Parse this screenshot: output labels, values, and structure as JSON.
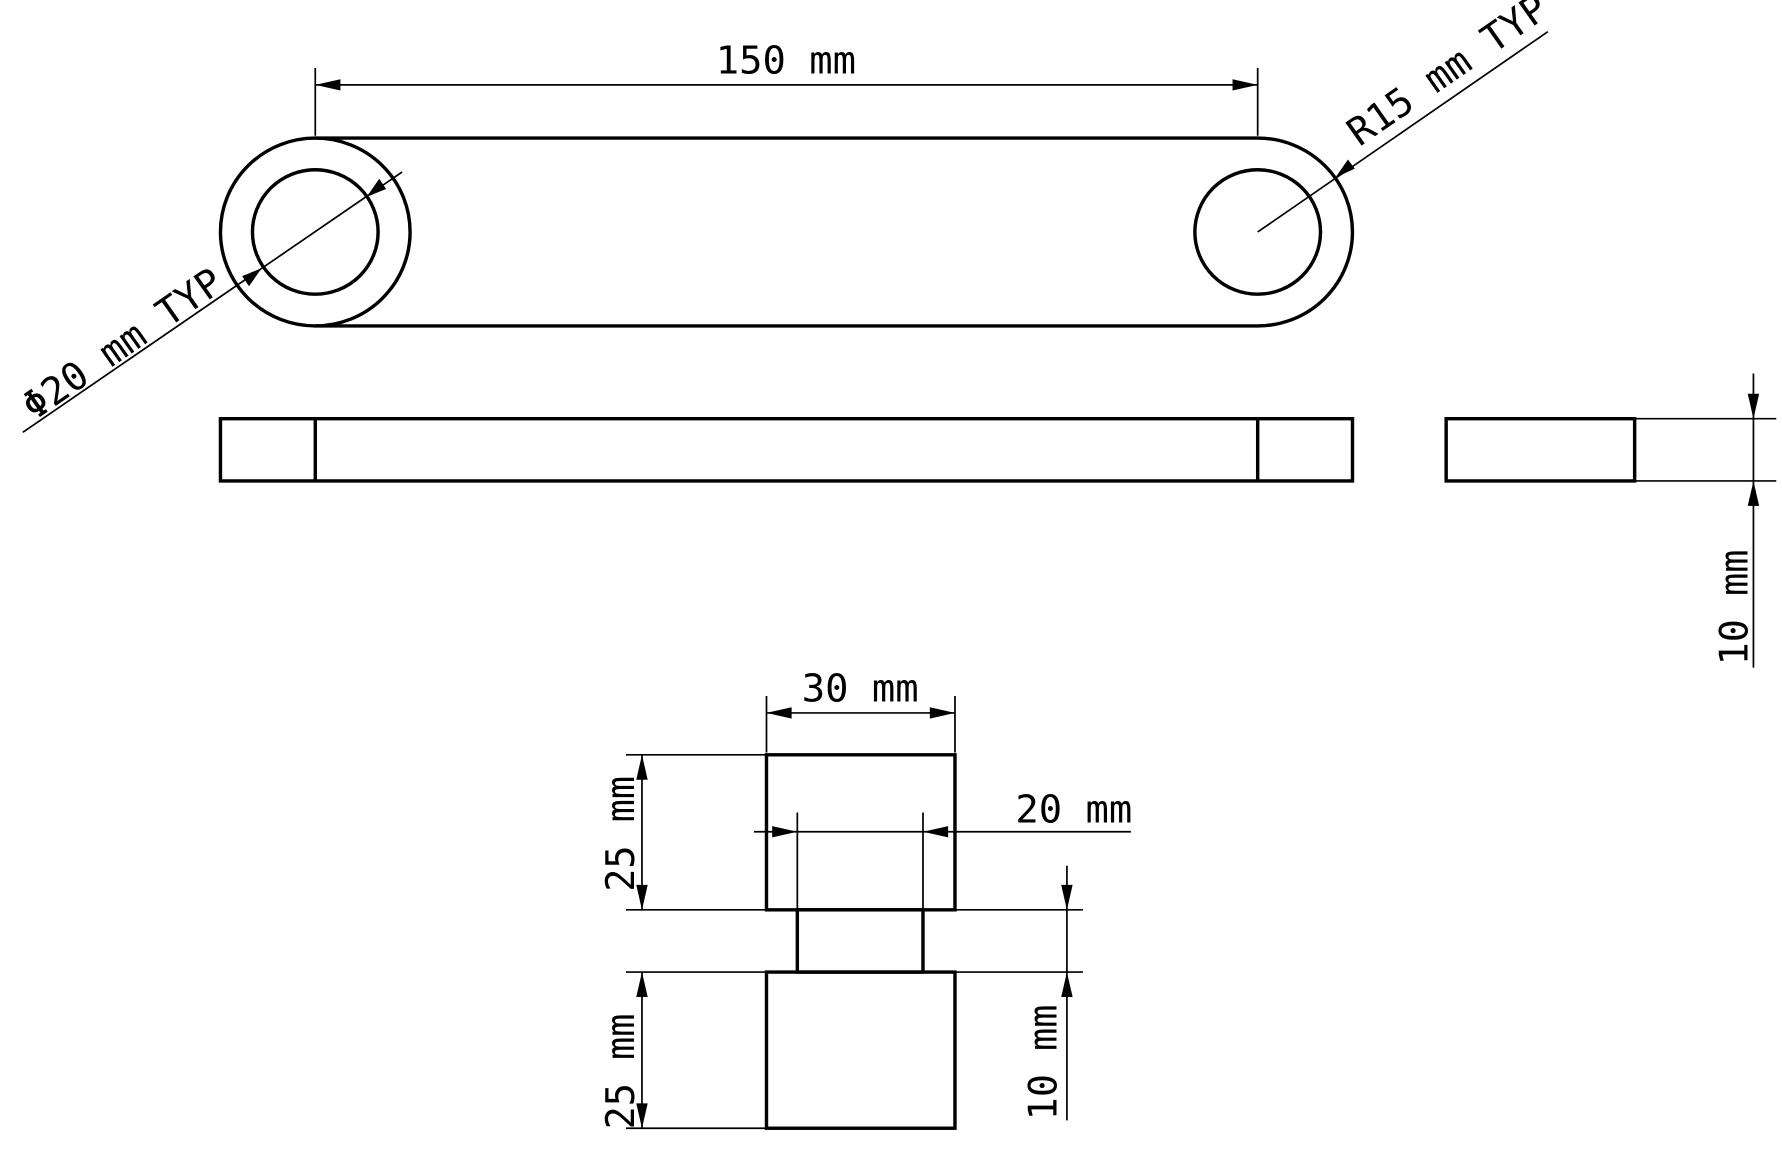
{
  "dimensions": {
    "length": "150 mm",
    "hole_diameter": "Φ20 mm TYP",
    "end_radius": "R15 mm TYP",
    "thickness": "10 mm",
    "width": "30 mm",
    "neck_width": "20 mm",
    "upper_height": "25 mm",
    "lower_height": "25 mm",
    "neck_height": "10 mm"
  },
  "colors": {
    "line": "#000000",
    "background": "#ffffff"
  }
}
